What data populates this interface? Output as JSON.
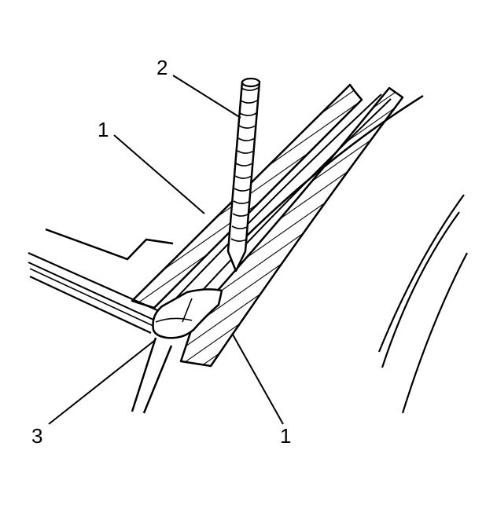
{
  "callouts": {
    "tool": "2",
    "panel_upper": "1",
    "molding_end": "3",
    "panel_lower": "1"
  },
  "colors": {
    "ink": "#000000",
    "paper": "#ffffff"
  }
}
